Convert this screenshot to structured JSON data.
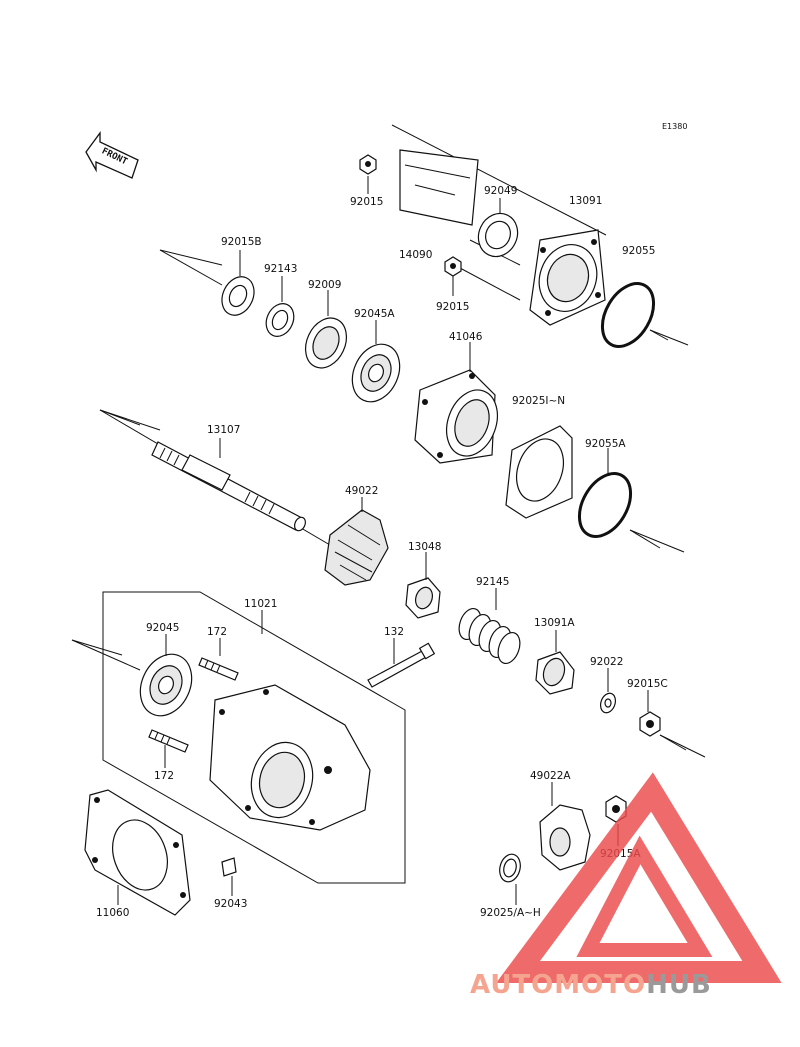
{
  "diagram": {
    "code": "E1380",
    "front_label": "FRONT",
    "parts": [
      {
        "id": "92015",
        "label": "92015"
      },
      {
        "id": "92049",
        "label": "92049"
      },
      {
        "id": "13091",
        "label": "13091"
      },
      {
        "id": "92015B",
        "label": "92015B"
      },
      {
        "id": "92143",
        "label": "92143"
      },
      {
        "id": "14090",
        "label": "14090"
      },
      {
        "id": "92055",
        "label": "92055"
      },
      {
        "id": "92015-b",
        "label": "92015"
      },
      {
        "id": "92009",
        "label": "92009"
      },
      {
        "id": "92045A",
        "label": "92045A"
      },
      {
        "id": "41046",
        "label": "41046"
      },
      {
        "id": "92025I-N",
        "label": "92025I~N"
      },
      {
        "id": "13107",
        "label": "13107"
      },
      {
        "id": "92055A",
        "label": "92055A"
      },
      {
        "id": "49022",
        "label": "49022"
      },
      {
        "id": "13048",
        "label": "13048"
      },
      {
        "id": "92145",
        "label": "92145"
      },
      {
        "id": "11021",
        "label": "11021"
      },
      {
        "id": "92045",
        "label": "92045"
      },
      {
        "id": "172-a",
        "label": "172"
      },
      {
        "id": "132",
        "label": "132"
      },
      {
        "id": "13091A",
        "label": "13091A"
      },
      {
        "id": "92022",
        "label": "92022"
      },
      {
        "id": "92015C",
        "label": "92015C"
      },
      {
        "id": "172-b",
        "label": "172"
      },
      {
        "id": "49022A",
        "label": "49022A"
      },
      {
        "id": "92015A",
        "label": "92015A"
      },
      {
        "id": "11060",
        "label": "11060"
      },
      {
        "id": "92043",
        "label": "92043"
      },
      {
        "id": "92025A-H",
        "label": "92025/A~H"
      }
    ]
  },
  "watermark": {
    "part1": "AUTOMOTO",
    "part2": "HUB",
    "color1": "#f5a58f",
    "color2": "#9a9a9a",
    "logo_color": "#ec4a4a"
  }
}
